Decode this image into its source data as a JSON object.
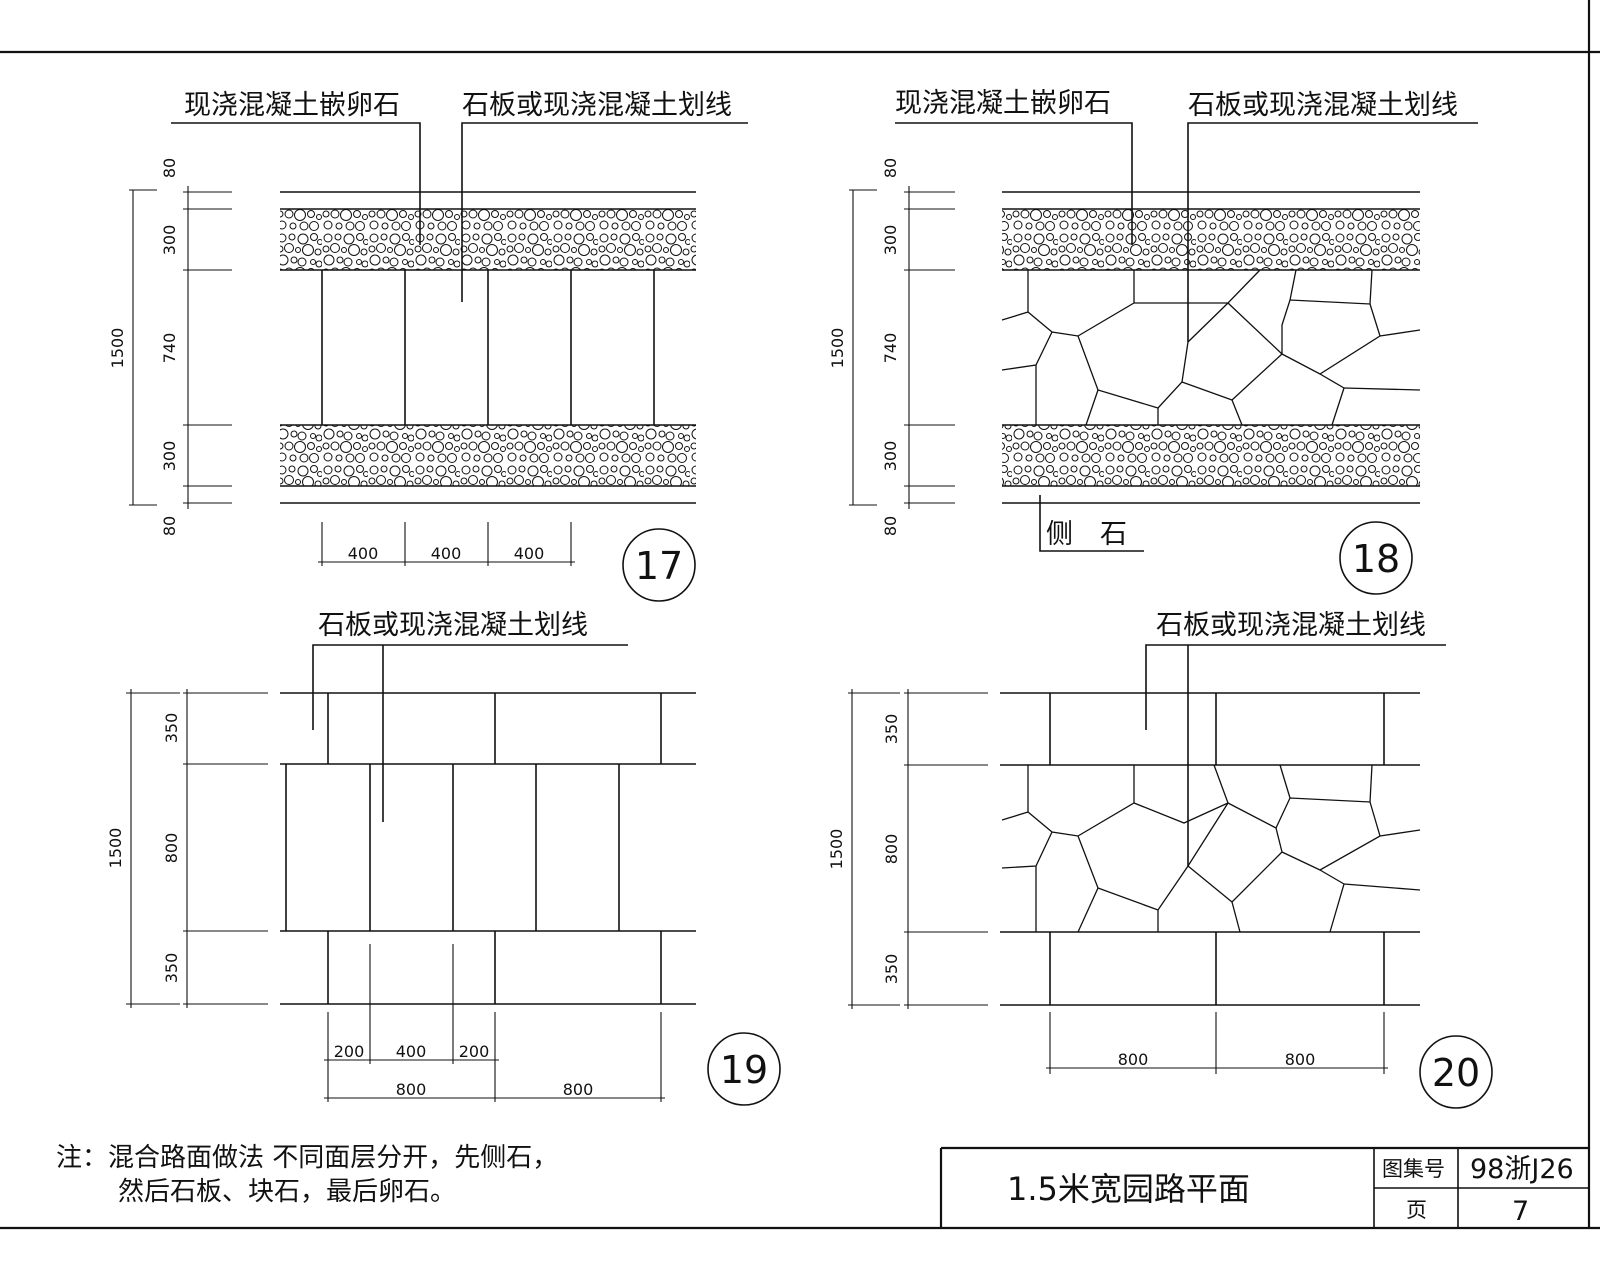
{
  "detail_17": {
    "label_pebble": "现浇混凝土嵌卵石",
    "label_slab": "石板或现浇混凝土划线",
    "dim_total": "1500",
    "dims_rows": [
      "80",
      "300",
      "740",
      "300",
      "80"
    ],
    "dims_bottom": [
      "400",
      "400",
      "400"
    ],
    "number": "17"
  },
  "detail_18": {
    "label_pebble": "现浇混凝土嵌卵石",
    "label_slab": "石板或现浇混凝土划线",
    "label_curb": "侧　石",
    "dim_total": "1500",
    "dims_rows": [
      "80",
      "300",
      "740",
      "300",
      "80"
    ],
    "number": "18"
  },
  "detail_19": {
    "label_slab": "石板或现浇混凝土划线",
    "dim_total": "1500",
    "dims_rows": [
      "350",
      "800",
      "350"
    ],
    "dims_bottom_small": [
      "200",
      "400",
      "200"
    ],
    "dims_bottom": [
      "800",
      "800"
    ],
    "number": "19"
  },
  "detail_20": {
    "label_slab": "石板或现浇混凝土划线",
    "dim_total": "1500",
    "dims_rows": [
      "350",
      "800",
      "350"
    ],
    "dims_bottom": [
      "800",
      "800"
    ],
    "number": "20"
  },
  "notes": {
    "line1": "注：混合路面做法  不同面层分开，先侧石，",
    "line2": "然后石板、块石，最后卵石。"
  },
  "title_block": {
    "title": "1.5米宽园路平面",
    "atlas_label": "图集号",
    "atlas_value": "98浙J26",
    "page_label": "页",
    "page_value": "7"
  }
}
